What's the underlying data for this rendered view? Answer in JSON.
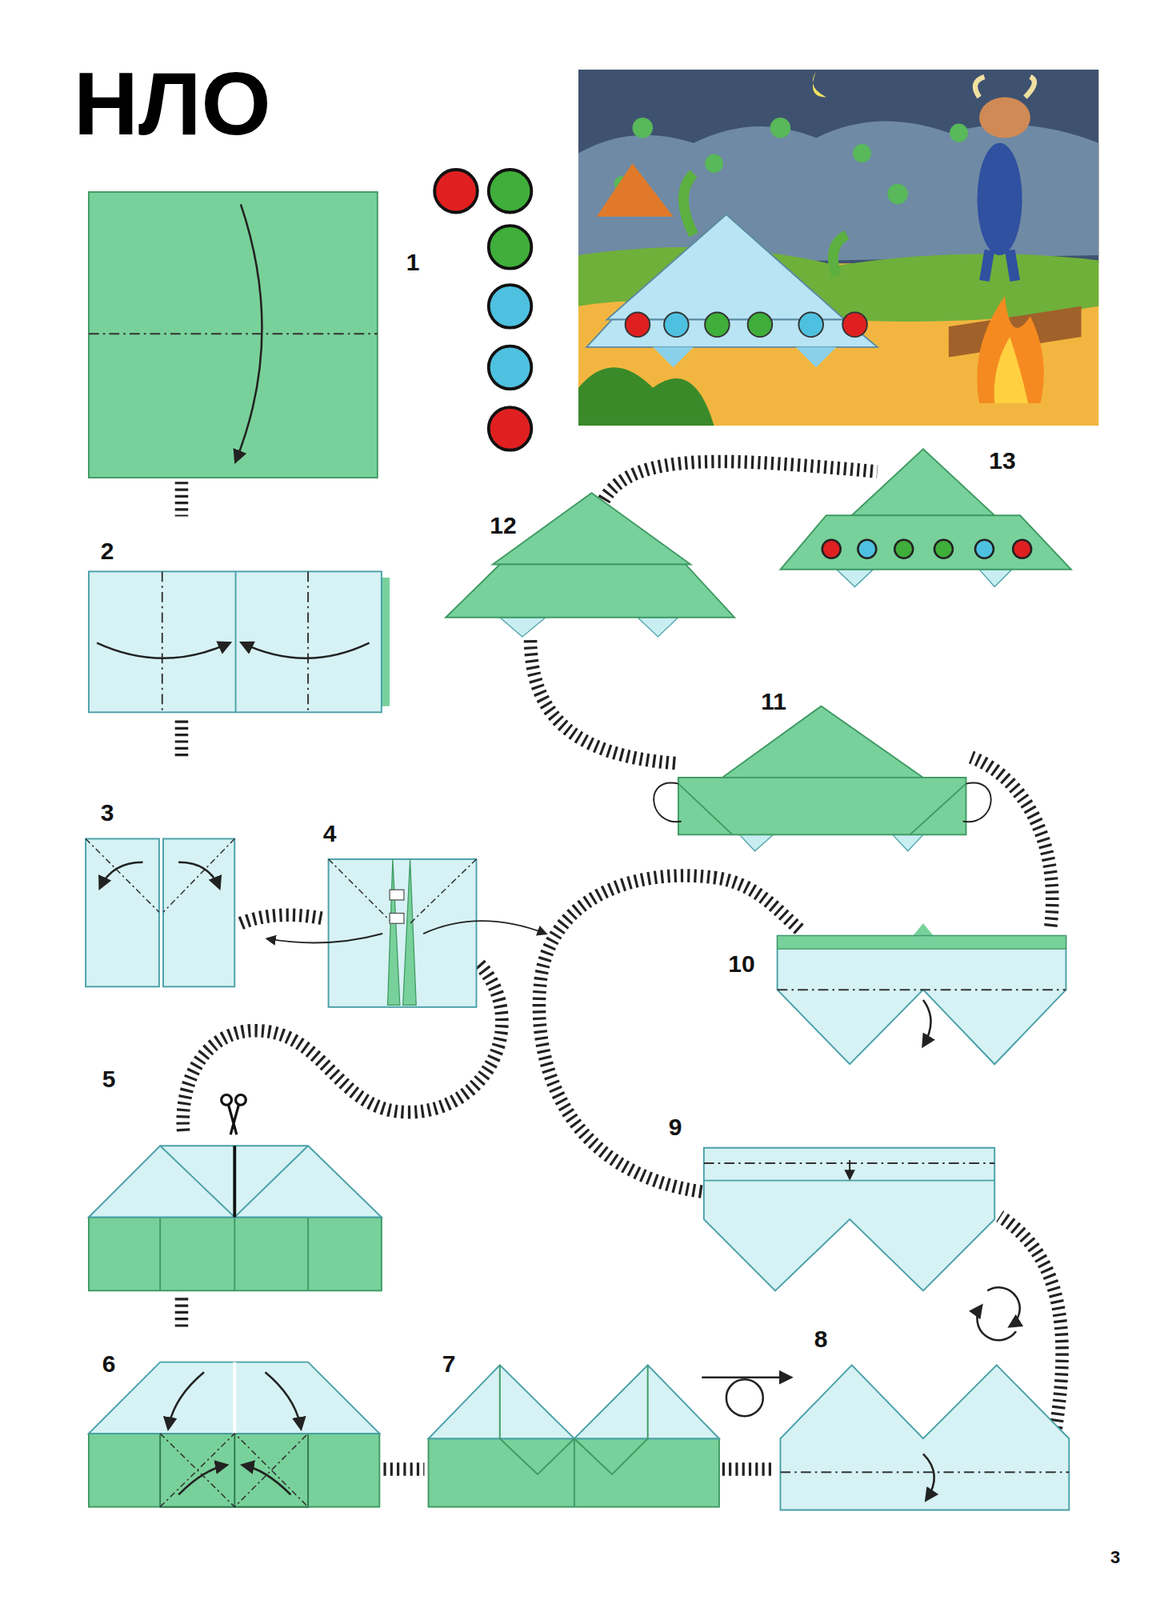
{
  "diagram": {
    "title": "НЛО",
    "labels": [
      "1",
      "2",
      "3",
      "4",
      "5",
      "6",
      "7",
      "8",
      "9",
      "10",
      "11",
      "12",
      "13",
      "3"
    ]
  }
}
